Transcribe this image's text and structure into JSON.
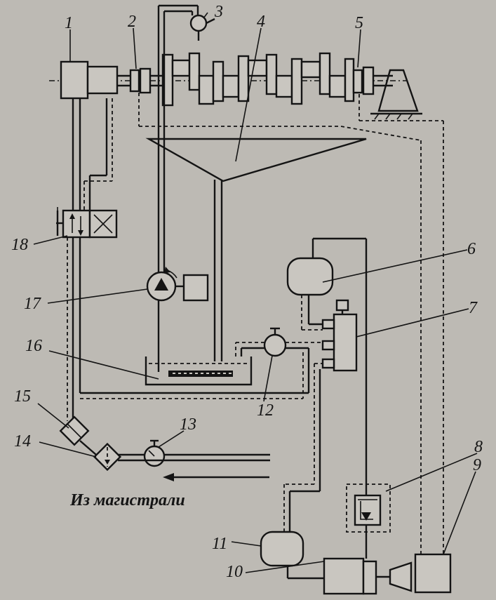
{
  "labels": {
    "n1": "1",
    "n2": "2",
    "n3": "3",
    "n4": "4",
    "n5": "5",
    "n6": "6",
    "n7": "7",
    "n8": "8",
    "n9": "9",
    "n10": "10",
    "n11": "11",
    "n12": "12",
    "n13": "13",
    "n14": "14",
    "n15": "15",
    "n16": "16",
    "n17": "17",
    "n18": "18"
  },
  "caption": "Из магистрали"
}
